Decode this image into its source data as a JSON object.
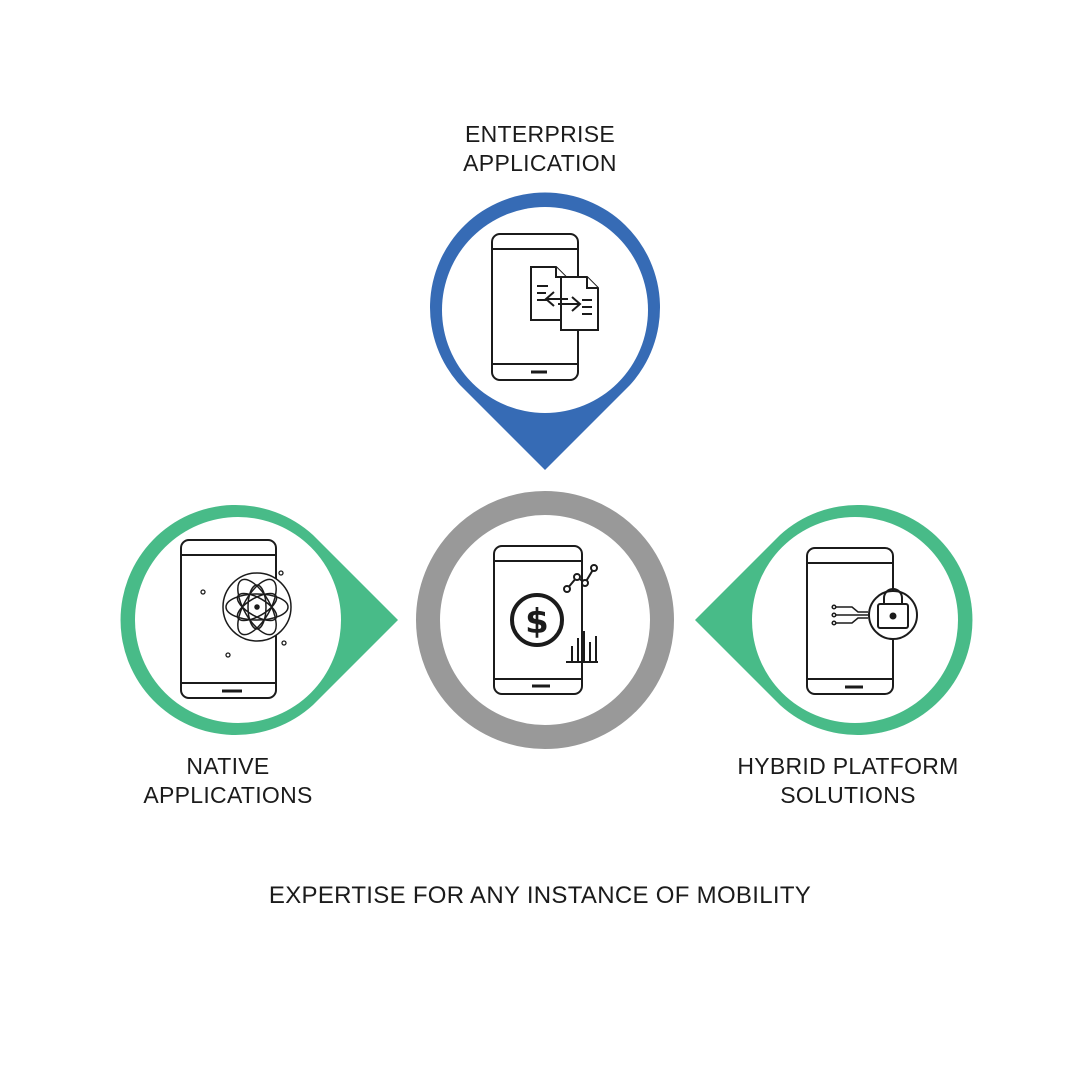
{
  "nodes": {
    "enterprise": {
      "line1": "ENTERPRISE",
      "line2": "APPLICATION",
      "color": "#366bb5",
      "icon": "document-exchange-icon"
    },
    "native": {
      "line1": "NATIVE",
      "line2": "APPLICATIONS",
      "color": "#48bb88",
      "icon": "aperture-icon"
    },
    "hybrid": {
      "line1": "HYBRID PLATFORM",
      "line2": "SOLUTIONS",
      "color": "#48bb88",
      "icon": "lock-icon"
    },
    "center": {
      "color": "#999999",
      "icon": "dollar-chart-icon"
    }
  },
  "tagline": "EXPERTISE FOR ANY INSTANCE OF MOBILITY"
}
